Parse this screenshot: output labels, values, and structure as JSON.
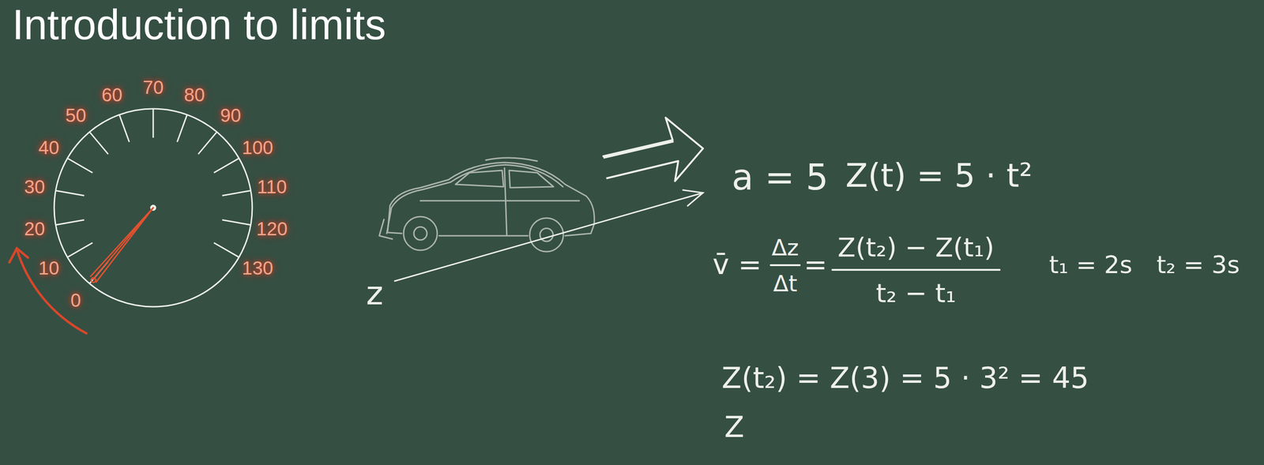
{
  "diagram": {
    "title": "Introduction to limits",
    "labels": [
      "0",
      "10",
      "20",
      "30",
      "40",
      "50",
      "60",
      "70",
      "80",
      "90",
      "100",
      "110",
      "120",
      "130",
      "z",
      "a = 5",
      "Z(t) = 5 · t²",
      "v̄ =",
      "Δz",
      "Δt",
      "=",
      "Z(t₂) − Z(t₁)",
      "t₂ − t₁",
      "t₁ = 2s",
      "t₂ = 3s",
      "Z(t₂) = Z(3) = 5 · 3² = 45",
      "Z"
    ]
  }
}
